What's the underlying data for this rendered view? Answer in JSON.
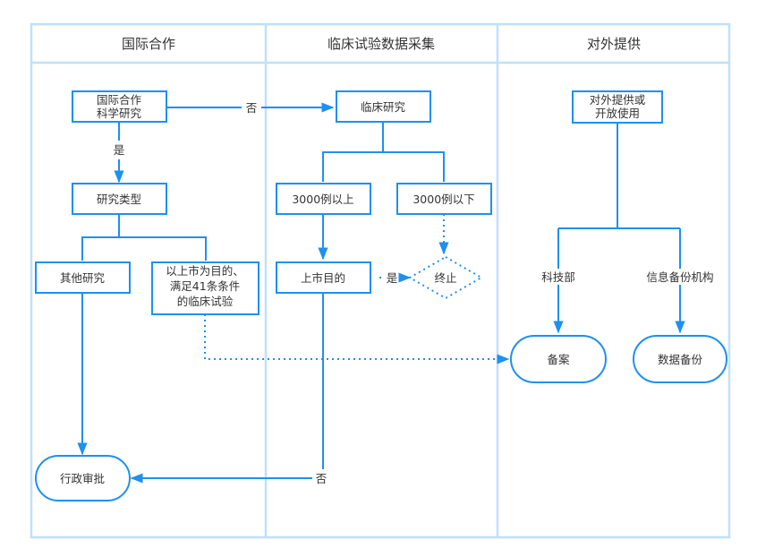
{
  "colors": {
    "lane_border": "#bfe0fb",
    "accent": "#1e90f0",
    "text": "#333333",
    "background": "#ffffff"
  },
  "lanes": [
    {
      "title": "国际合作"
    },
    {
      "title": "临床试验数据采集"
    },
    {
      "title": "对外提供"
    }
  ],
  "nodes": {
    "intl_research": {
      "lines": [
        "国际合作",
        "科学研究"
      ]
    },
    "research_type": {
      "lines": [
        "研究类型"
      ]
    },
    "other_research": {
      "lines": [
        "其他研究"
      ]
    },
    "listing_trial": {
      "lines": [
        "以上市为目的、",
        "满足41条条件",
        "的临床试验"
      ]
    },
    "admin_approval": {
      "lines": [
        "行政审批"
      ]
    },
    "clinical_research": {
      "lines": [
        "临床研究"
      ]
    },
    "over_3000": {
      "lines": [
        "3000例以上"
      ]
    },
    "under_3000": {
      "lines": [
        "3000例以下"
      ]
    },
    "listing_purpose": {
      "lines": [
        "上市目的"
      ]
    },
    "terminate": {
      "lines": [
        "终止"
      ]
    },
    "external_use": {
      "lines": [
        "对外提供或",
        "开放使用"
      ]
    },
    "filing": {
      "lines": [
        "备案"
      ]
    },
    "data_backup": {
      "lines": [
        "数据备份"
      ]
    }
  },
  "edge_labels": {
    "intl_no": "否",
    "intl_yes": "是",
    "listing_yes": "是",
    "listing_no": "否",
    "tech_dept": "科技部",
    "backup_org": "信息备份机构"
  }
}
